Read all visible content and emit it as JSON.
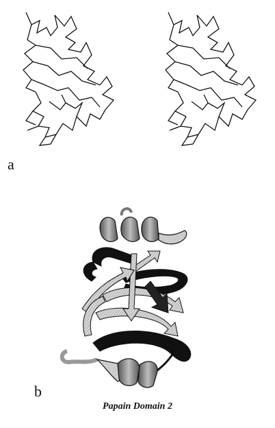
{
  "figure": {
    "panel_a_label": "a",
    "panel_b_label": "b",
    "caption": "Papain Domain 2"
  }
}
